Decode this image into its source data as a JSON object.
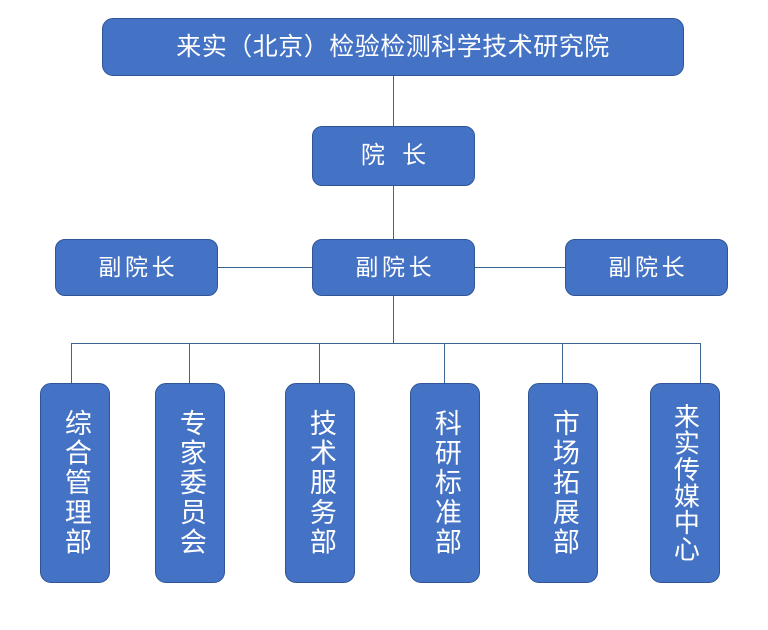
{
  "chart": {
    "title": "来实（北京）检验检测科学技术研究院",
    "type": "org-chart",
    "accent_color": "#4472c4",
    "border_color": "#2f5597",
    "connector_color": "#3d6394",
    "text_color": "#ffffff",
    "background_color": "#ffffff"
  },
  "root": {
    "label": "来实（北京）检验检测科学技术研究院"
  },
  "director": {
    "label": "院 长"
  },
  "vice_directors": [
    {
      "label": "副院长"
    },
    {
      "label": "副院长"
    },
    {
      "label": "副院长"
    }
  ],
  "departments": [
    {
      "label": "综合管理部"
    },
    {
      "label": "专家委员会"
    },
    {
      "label": "技术服务部"
    },
    {
      "label": "科研标准部"
    },
    {
      "label": "市场拓展部"
    },
    {
      "label": "来实传媒中心"
    }
  ]
}
